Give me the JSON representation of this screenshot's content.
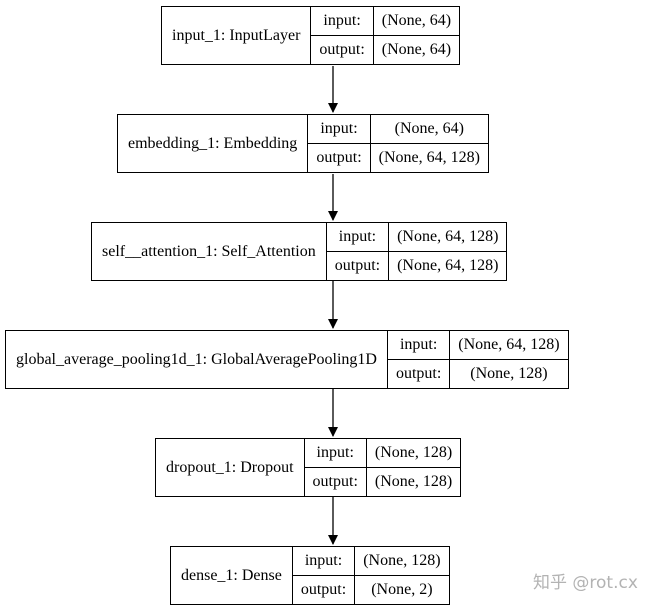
{
  "layers": [
    {
      "name": "input_1: InputLayer",
      "input_label": "input:",
      "input_shape": "(None, 64)",
      "output_label": "output:",
      "output_shape": "(None, 64)"
    },
    {
      "name": "embedding_1: Embedding",
      "input_label": "input:",
      "input_shape": "(None, 64)",
      "output_label": "output:",
      "output_shape": "(None, 64, 128)"
    },
    {
      "name": "self__attention_1: Self_Attention",
      "input_label": "input:",
      "input_shape": "(None, 64, 128)",
      "output_label": "output:",
      "output_shape": "(None, 64, 128)"
    },
    {
      "name": "global_average_pooling1d_1: GlobalAveragePooling1D",
      "input_label": "input:",
      "input_shape": "(None, 64, 128)",
      "output_label": "output:",
      "output_shape": "(None, 128)"
    },
    {
      "name": "dropout_1: Dropout",
      "input_label": "input:",
      "input_shape": "(None, 128)",
      "output_label": "output:",
      "output_shape": "(None, 128)"
    },
    {
      "name": "dense_1: Dense",
      "input_label": "input:",
      "input_shape": "(None, 128)",
      "output_label": "output:",
      "output_shape": "(None, 2)"
    }
  ],
  "watermark": "知乎 @rot.cx"
}
